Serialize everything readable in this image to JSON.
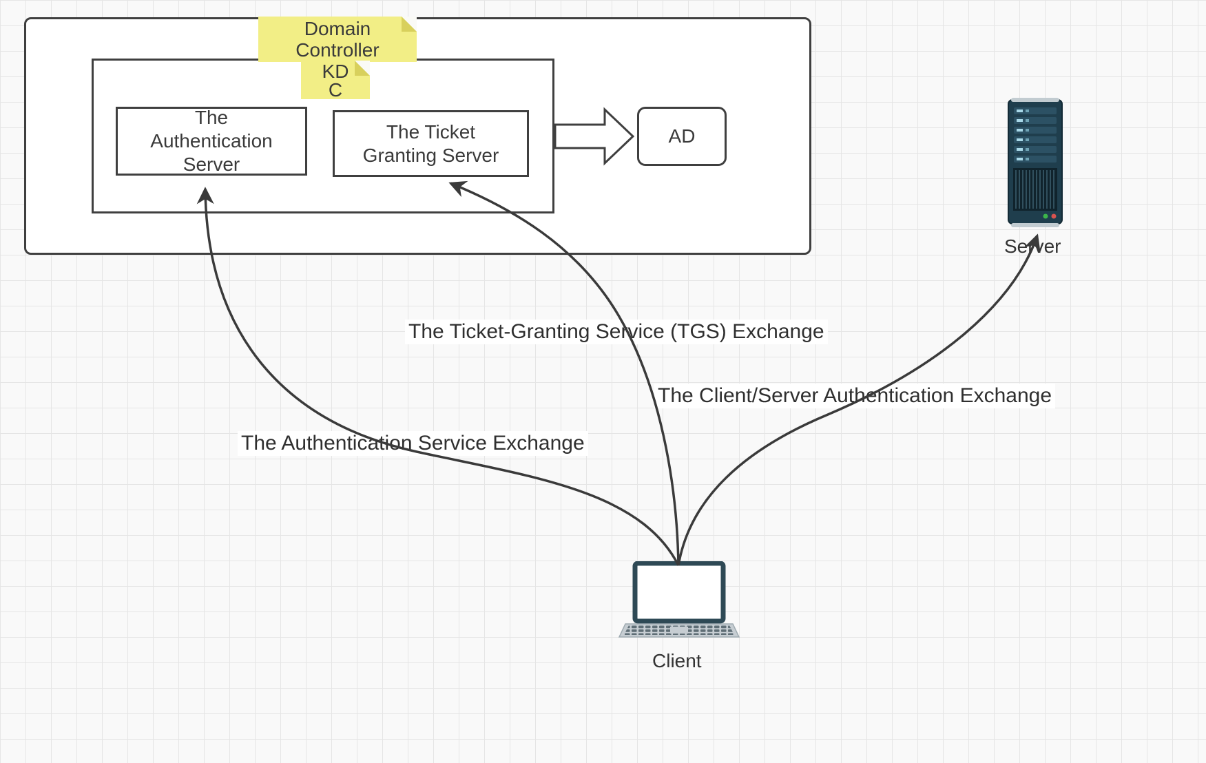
{
  "nodes": {
    "domain_controller": {
      "label": "Domain Controller"
    },
    "kdc": {
      "label": "KDC"
    },
    "auth_server": {
      "label": "The Authentication Server"
    },
    "ticket_granting_server": {
      "label": "The Ticket Granting Server"
    },
    "ad": {
      "label": "AD"
    },
    "server": {
      "label": "Server"
    },
    "client": {
      "label": "Client"
    }
  },
  "edges": {
    "auth_service_exchange": {
      "label": "The Authentication Service Exchange"
    },
    "tgs_exchange": {
      "label": "The Ticket-Granting Service (TGS) Exchange"
    },
    "client_server_exchange": {
      "label": "The Client/Server Authentication Exchange"
    }
  },
  "icons": {
    "server": "server-tower-icon",
    "client": "laptop-icon"
  },
  "colors": {
    "sticky_note": "#f2ee86",
    "sticky_fold": "#d8d05c",
    "shape_outline": "#3f3f3f",
    "connector": "#3a3a3a",
    "canvas_background": "#f9f9f9",
    "grid_line": "#e5e5e5",
    "server_body": "#1f3e4d",
    "led_green": "#3cb54a",
    "led_red": "#d9534f"
  }
}
